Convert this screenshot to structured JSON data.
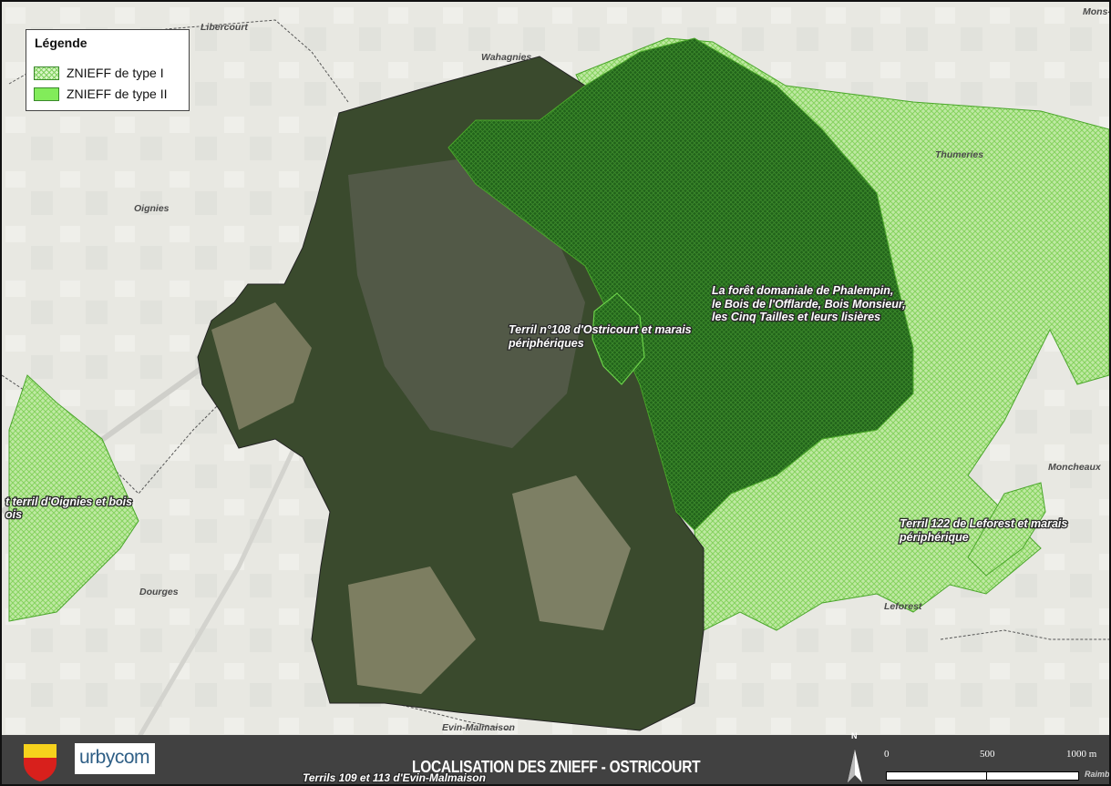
{
  "legend": {
    "title": "Légende",
    "items": [
      {
        "label": "ZNIEFF de type I",
        "color": "#9fe07a"
      },
      {
        "label": "ZNIEFF de type II",
        "color": "#82ec5a"
      }
    ]
  },
  "towns": {
    "libercourt": "Libercourt",
    "wahagnies": "Wahagnies",
    "mons": "Mons-e",
    "thumeries": "Thumeries",
    "oignies": "Oignies",
    "moncheaux": "Moncheaux",
    "dourges": "Dourges",
    "leforest": "Leforest",
    "evin": "Evin-Malmaison",
    "raimbe": "Raimb"
  },
  "zones": {
    "foret_line1": "La forêt domaniale de Phalempin,",
    "foret_line2": "le Bois de l'Offlarde, Bois Monsieur,",
    "foret_line3": "les Cinq Tailles et leurs lisières",
    "terril108_line1": "Terril n°108 d'Ostricourt et marais",
    "terril108_line2": "périphériques",
    "oignies_line1": "t terril d'Oignies et bois",
    "oignies_line2": "ois",
    "terril122_line1": "Terril 122 de Leforest et marais",
    "terril122_line2": "périphérique",
    "terrils109": "Terrils 109 et 113 d'Evin-Malmaison"
  },
  "titlebar": {
    "title": "LOCALISATION DES ZNIEFF - OSTRICOURT",
    "logo_text": "urbycom",
    "north": "N",
    "colors": {
      "bar": "#414141"
    }
  },
  "scalebar": {
    "ticks": [
      "0",
      "500",
      "1000 m"
    ]
  },
  "colors": {
    "commune": "#3b4a2e",
    "znieff1": "#9fe07a",
    "znieff2": "#1e6b12",
    "background": "#dcddd8"
  }
}
